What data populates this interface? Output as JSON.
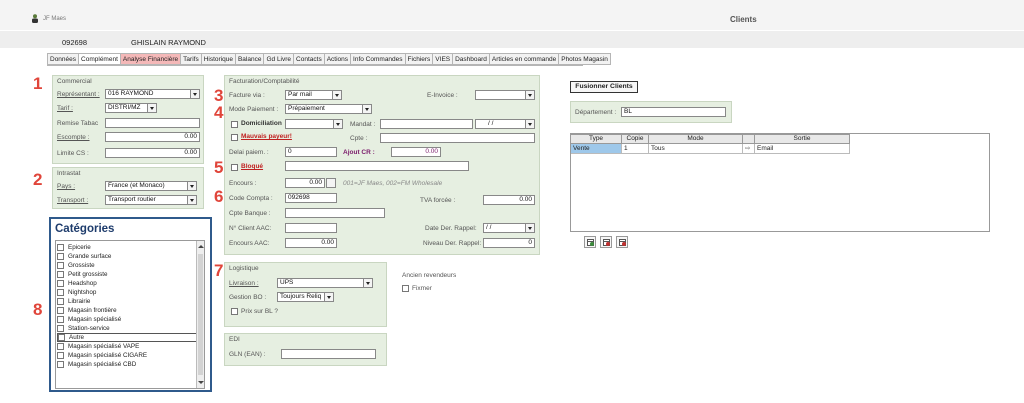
{
  "header": {
    "user_name": "JF Maes",
    "window_title": "Clients",
    "client_code": "092698",
    "client_name": "GHISLAIN RAYMOND"
  },
  "tabs": [
    "Données",
    "Complément",
    "Analyse Financière",
    "Tarifs",
    "Historique",
    "Balance",
    "Gd Livre",
    "Contacts",
    "Actions",
    "Info Commandes",
    "Fichiers",
    "VIES",
    "Dashboard",
    "Articles en commande",
    "Photos Magasin"
  ],
  "annotations": [
    "1",
    "2",
    "3",
    "4",
    "5",
    "6",
    "7",
    "8"
  ],
  "commercial": {
    "title": "Commercial",
    "representant_label": "Représentant :",
    "representant_value": "016 RAYMOND",
    "tarif_label": "Tarif :",
    "tarif_value": "DISTRI/MZ",
    "remise_label": "Remise Tabac",
    "remise_value": "",
    "escompte_label": "Escompte :",
    "escompte_value": "0.00",
    "limite_label": "Limite CS :",
    "limite_value": "0.00"
  },
  "intrastat": {
    "title": "Intrastat",
    "pays_label": "Pays :",
    "pays_value": "France (et Monaco)",
    "transport_label": "Transport :",
    "transport_value": "Transport routier"
  },
  "categories": {
    "title": "Catégories",
    "items": [
      "Epicerie",
      "Grande surface",
      "Grossiste",
      "Petit grossiste",
      "Headshop",
      "Nightshop",
      "Librairie",
      "Magasin frontière",
      "Magasin spécialisé",
      "Station-service",
      "Autre",
      "Magasin spécialisé VAPE",
      "Magasin spécialisé CIGARE",
      "Magasin spécialisé CBD"
    ]
  },
  "facturation": {
    "title": "Facturation/Comptabilité",
    "facture_via_label": "Facture via :",
    "facture_via_value": "Par mail",
    "einvoice_label": "E-Invoice :",
    "einvoice_value": "",
    "mode_paiement_label": "Mode Paiement :",
    "mode_paiement_value": "Prépaiement",
    "domiciliation_label": "Domiciliation",
    "domiciliation_value": "",
    "mandat_label": "Mandat :",
    "mandat_value": "",
    "mandat_date": "/ /",
    "mauvais_payeur_label": "Mauvais payeur!",
    "cpte_label": "Cpte :",
    "cpte_value": "",
    "delai_label": "Delai paiem. :",
    "delai_value": "0",
    "ajout_cr_label": "Ajout CR :",
    "ajout_cr_value": "0.00",
    "bloque_label": "Bloqué",
    "bloque_value": "",
    "encours_label": "Encours :",
    "encours_value": "0.00",
    "encours_hint": "001=JF Maes, 002=FM Wholesale",
    "code_compta_label": "Code Compta :",
    "code_compta_value": "092698",
    "tva_label": "TVA forcée :",
    "tva_value": "0.00",
    "cpte_banque_label": "Cpte Banque :",
    "cpte_banque_value": "",
    "aac_label": "N° Client AAC:",
    "aac_value": "",
    "date_rappel_label": "Date Der. Rappel:",
    "date_rappel_value": "/ /",
    "encours_aac_label": "Encours AAC:",
    "encours_aac_value": "0.00",
    "niveau_rappel_label": "Niveau Der. Rappel:",
    "niveau_rappel_value": "0"
  },
  "logistique": {
    "title": "Logistique",
    "livraison_label": "Livraison :",
    "livraison_value": "UPS",
    "gestion_bo_label": "Gestion BO :",
    "gestion_bo_value": "Toujours Reliq",
    "prix_bl_label": "Prix sur BL ?"
  },
  "edi": {
    "title": "EDI",
    "gln_label": "GLN (EAN) :",
    "gln_value": ""
  },
  "revendeurs": {
    "title": "Ancien revendeurs",
    "fixmer_label": "Fixmer"
  },
  "right_panel": {
    "merge_button": "Fusionner Clients",
    "departement_label": "Département :",
    "departement_value": "BL",
    "grid_headers": [
      "Type",
      "Copie",
      "Mode",
      "",
      "Sortie"
    ],
    "grid_row": [
      "Vente",
      "1",
      "Tous",
      "⇨",
      "Email"
    ]
  },
  "colors": {
    "panel": "#e6efe1",
    "annotation": "#e0453a",
    "category_border": "#2f5a8c",
    "tab_highlight": "#f4b8b8",
    "selected_cell": "#9ec8ea"
  }
}
